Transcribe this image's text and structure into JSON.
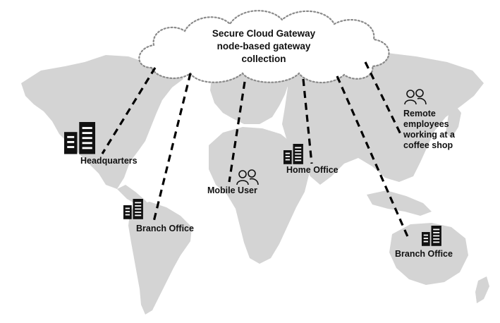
{
  "cloud": {
    "lines": [
      "Secure Cloud Gateway",
      "node-based gateway",
      "collection"
    ]
  },
  "nodes": {
    "headquarters": {
      "label": "Headquarters",
      "icon": "office-building-icon"
    },
    "branch_office_americas": {
      "label": "Branch Office",
      "icon": "office-building-icon"
    },
    "mobile_user": {
      "label": "Mobile User",
      "icon": "users-icon"
    },
    "home_office": {
      "label": "Home Office",
      "icon": "office-building-icon"
    },
    "remote_employees": {
      "lines": [
        "Remote",
        "employees",
        "working at a",
        "coffee shop"
      ],
      "icon": "users-icon"
    },
    "branch_office_australia": {
      "label": "Branch Office",
      "icon": "office-building-icon"
    }
  },
  "colors": {
    "map": "#d4d4d4",
    "lines": "#000000",
    "cloud_outline": "#8a8a8a"
  }
}
